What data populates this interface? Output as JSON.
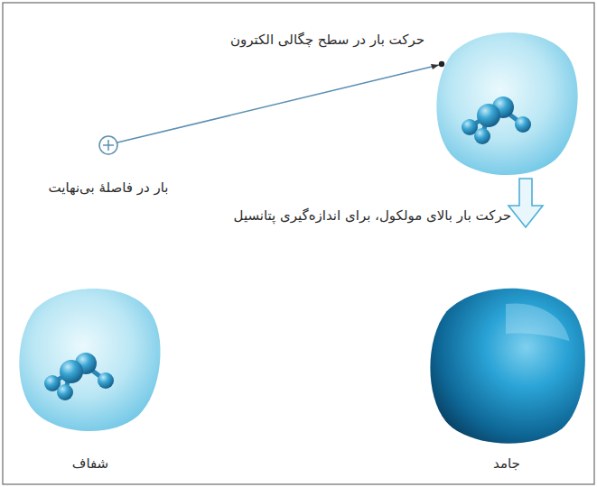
{
  "diagram": {
    "labels": [
      "حرکت بار در سطح چگالی الکترون",
      "بار در فاصلهٔ بی‌نهایت",
      "حرکت بار بالای مولکول، برای اندازه‌گیری پتانسیل",
      "شفاف",
      "جامد"
    ]
  }
}
